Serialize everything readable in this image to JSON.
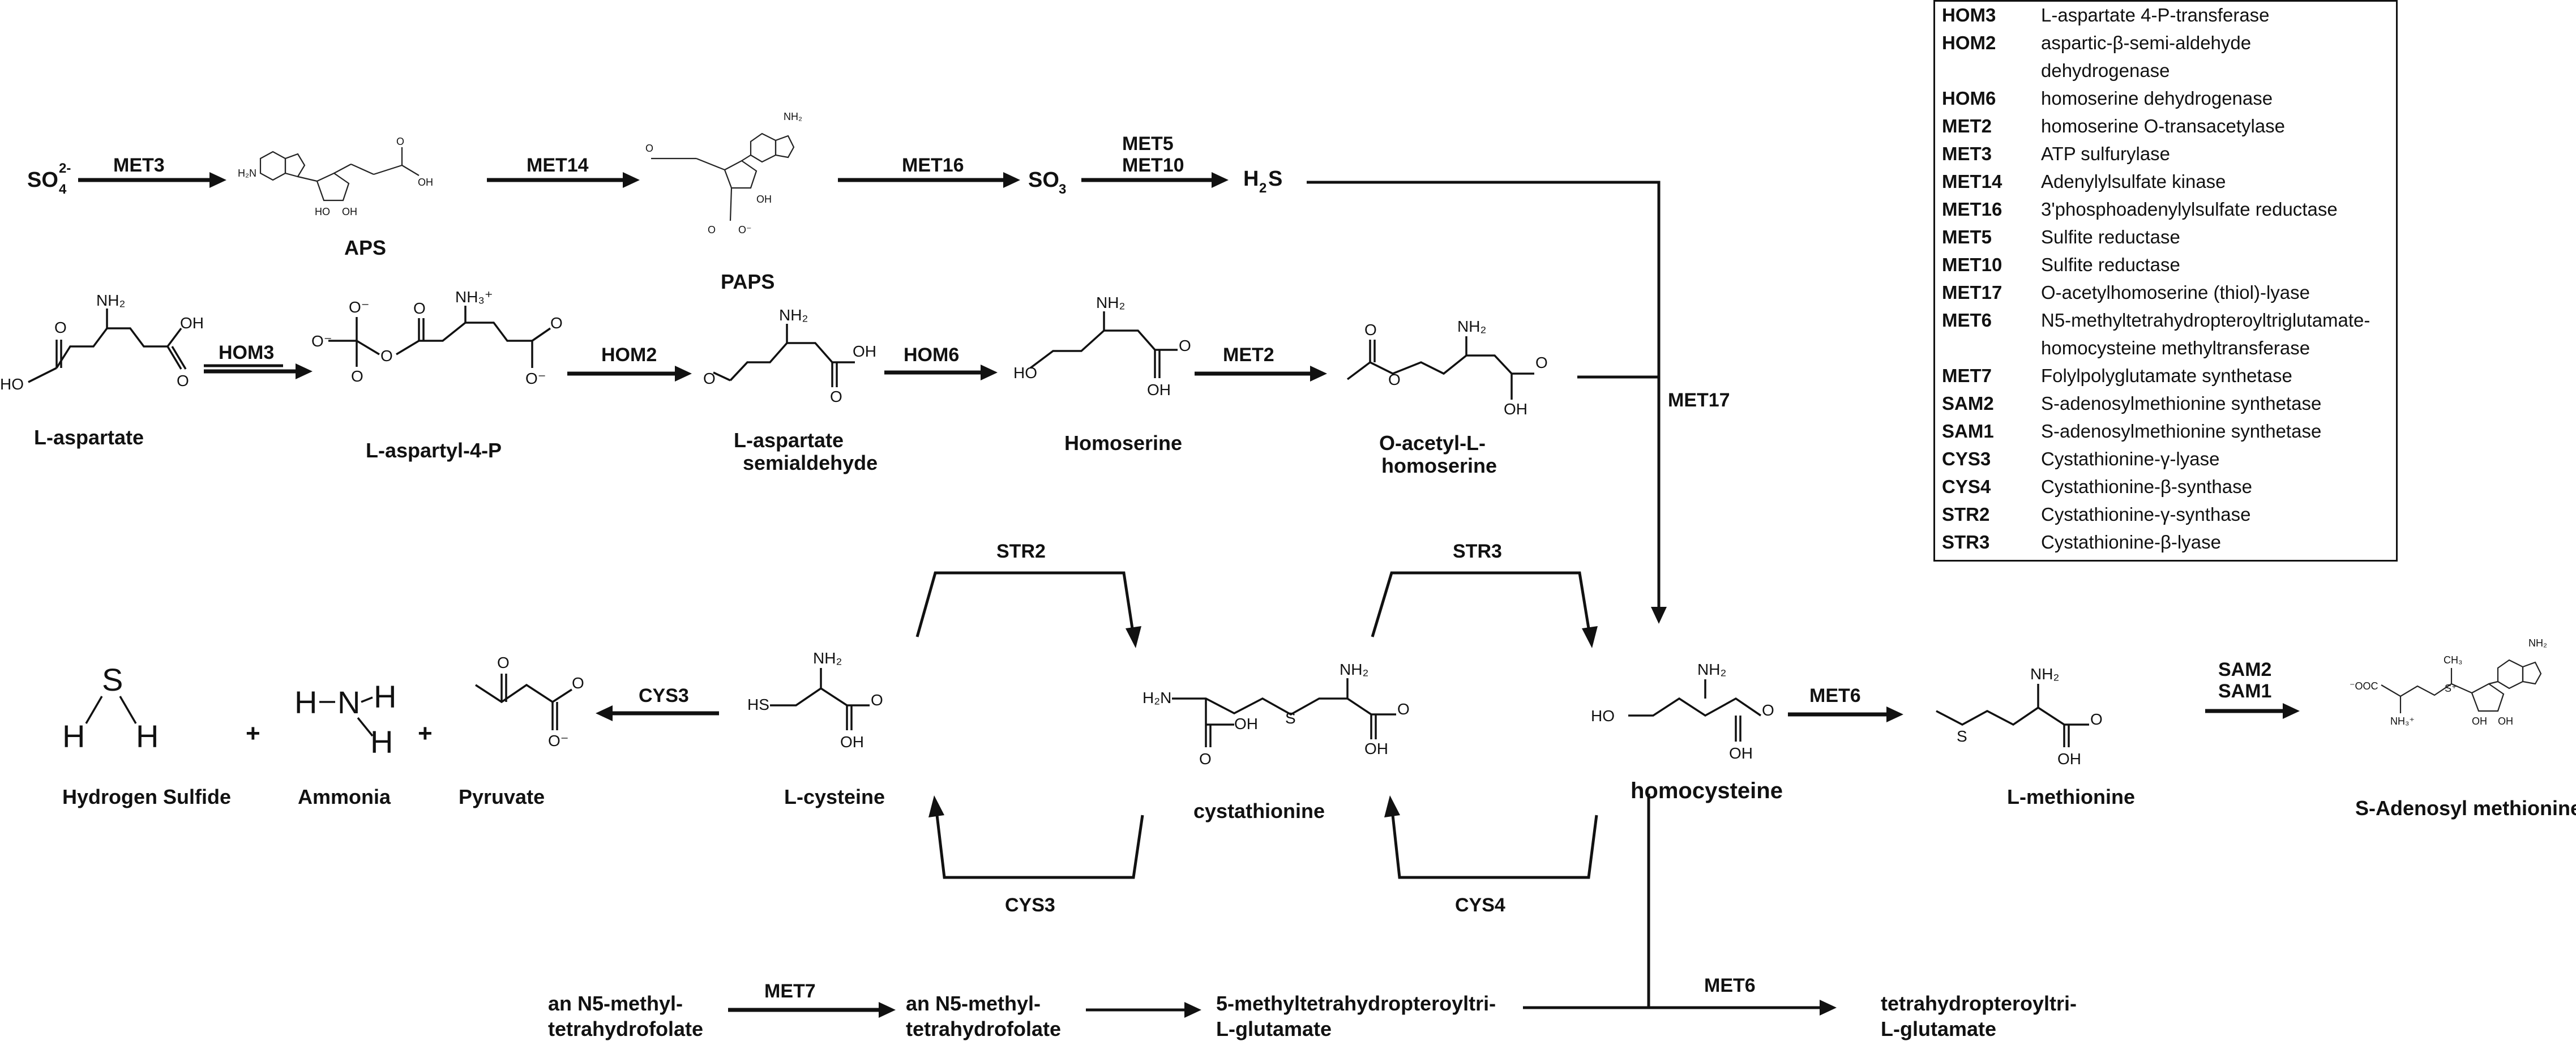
{
  "sulfur_path": {
    "so4": "SO",
    "so4_sub": "4",
    "so4_sup": "2-",
    "aps": "APS",
    "paps": "PAPS",
    "so3": "SO",
    "so3_sub": "3",
    "h2s_h": "H",
    "h2s_sub": "2",
    "h2s_s": "S"
  },
  "enzymes": {
    "met3": "MET3",
    "met14": "MET14",
    "met16": "MET16",
    "met5": "MET5",
    "met10": "MET10",
    "hom3": "HOM3",
    "hom2": "HOM2",
    "hom6": "HOM6",
    "met2": "MET2",
    "met17": "MET17",
    "str2": "STR2",
    "str3": "STR3",
    "cys3_top": "CYS3",
    "cys3_bottom": "CYS3",
    "cys4": "CYS4",
    "met6_mid": "MET6",
    "sam2": "SAM2",
    "sam1": "SAM1",
    "met7": "MET7",
    "met6_bottom": "MET6"
  },
  "compounds": {
    "l_aspartate": "L-aspartate",
    "l_aspartyl_4p": "L-aspartyl-4-P",
    "l_aspartate_semialdehyde_1": "L-aspartate",
    "l_aspartate_semialdehyde_2": "semialdehyde",
    "homoserine": "Homoserine",
    "o_acetyl_1": "O-acetyl-L-",
    "o_acetyl_2": "homoserine",
    "hydrogen_sulfide": "Hydrogen Sulfide",
    "ammonia": "Ammonia",
    "pyruvate": "Pyruvate",
    "l_cysteine": "L-cysteine",
    "cystathionine": "cystathionine",
    "homocysteine": "homocysteine",
    "l_methionine": "L-methionine",
    "s_adenosyl_methionine": "S-Adenosyl methionine",
    "n5_a_1": "an N5-methyl-",
    "n5_a_2": "tetrahydrofolate",
    "n5_b_1": "an N5-methyl-",
    "n5_b_2": "tetrahydrofolate",
    "mthf_1": "5-methyltetrahydropteroyltri-",
    "mthf_2": "L-glutamate",
    "thf_1": "tetrahydropteroyltri-",
    "thf_2": "L-glutamate",
    "plus": "+"
  },
  "legend": [
    {
      "code": "HOM3",
      "lines": [
        "L-aspartate 4-P-transferase"
      ]
    },
    {
      "code": "HOM2",
      "lines": [
        "aspartic-β-semi-aldehyde",
        "dehydrogenase"
      ]
    },
    {
      "code": "HOM6",
      "lines": [
        "homoserine dehydrogenase"
      ]
    },
    {
      "code": "MET2",
      "lines": [
        "homoserine O-transacetylase"
      ]
    },
    {
      "code": "MET3",
      "lines": [
        "ATP sulfurylase"
      ]
    },
    {
      "code": "MET14",
      "lines": [
        "Adenylylsulfate kinase"
      ]
    },
    {
      "code": "MET16",
      "lines": [
        "3'phosphoadenylylsulfate reductase"
      ]
    },
    {
      "code": "MET5",
      "lines": [
        "Sulfite reductase"
      ]
    },
    {
      "code": "MET10",
      "lines": [
        "Sulfite reductase"
      ]
    },
    {
      "code": "MET17",
      "lines": [
        "O-acetylhomoserine (thiol)-lyase"
      ]
    },
    {
      "code": "MET6",
      "lines": [
        "N5-methyltetrahydropteroyltriglutamate-",
        "homocysteine methyltransferase"
      ]
    },
    {
      "code": "MET7",
      "lines": [
        "Folylpolyglutamate synthetase"
      ]
    },
    {
      "code": "SAM2",
      "lines": [
        "S-adenosylmethionine synthetase"
      ]
    },
    {
      "code": "SAM1",
      "lines": [
        "S-adenosylmethionine synthetase"
      ]
    },
    {
      "code": "CYS3",
      "lines": [
        "Cystathionine-γ-lyase"
      ]
    },
    {
      "code": "CYS4",
      "lines": [
        "Cystathionine-β-synthase"
      ]
    },
    {
      "code": "STR2",
      "lines": [
        "Cystathionine-γ-synthase"
      ]
    },
    {
      "code": "STR3",
      "lines": [
        "Cystathionine-β-lyase"
      ]
    }
  ]
}
